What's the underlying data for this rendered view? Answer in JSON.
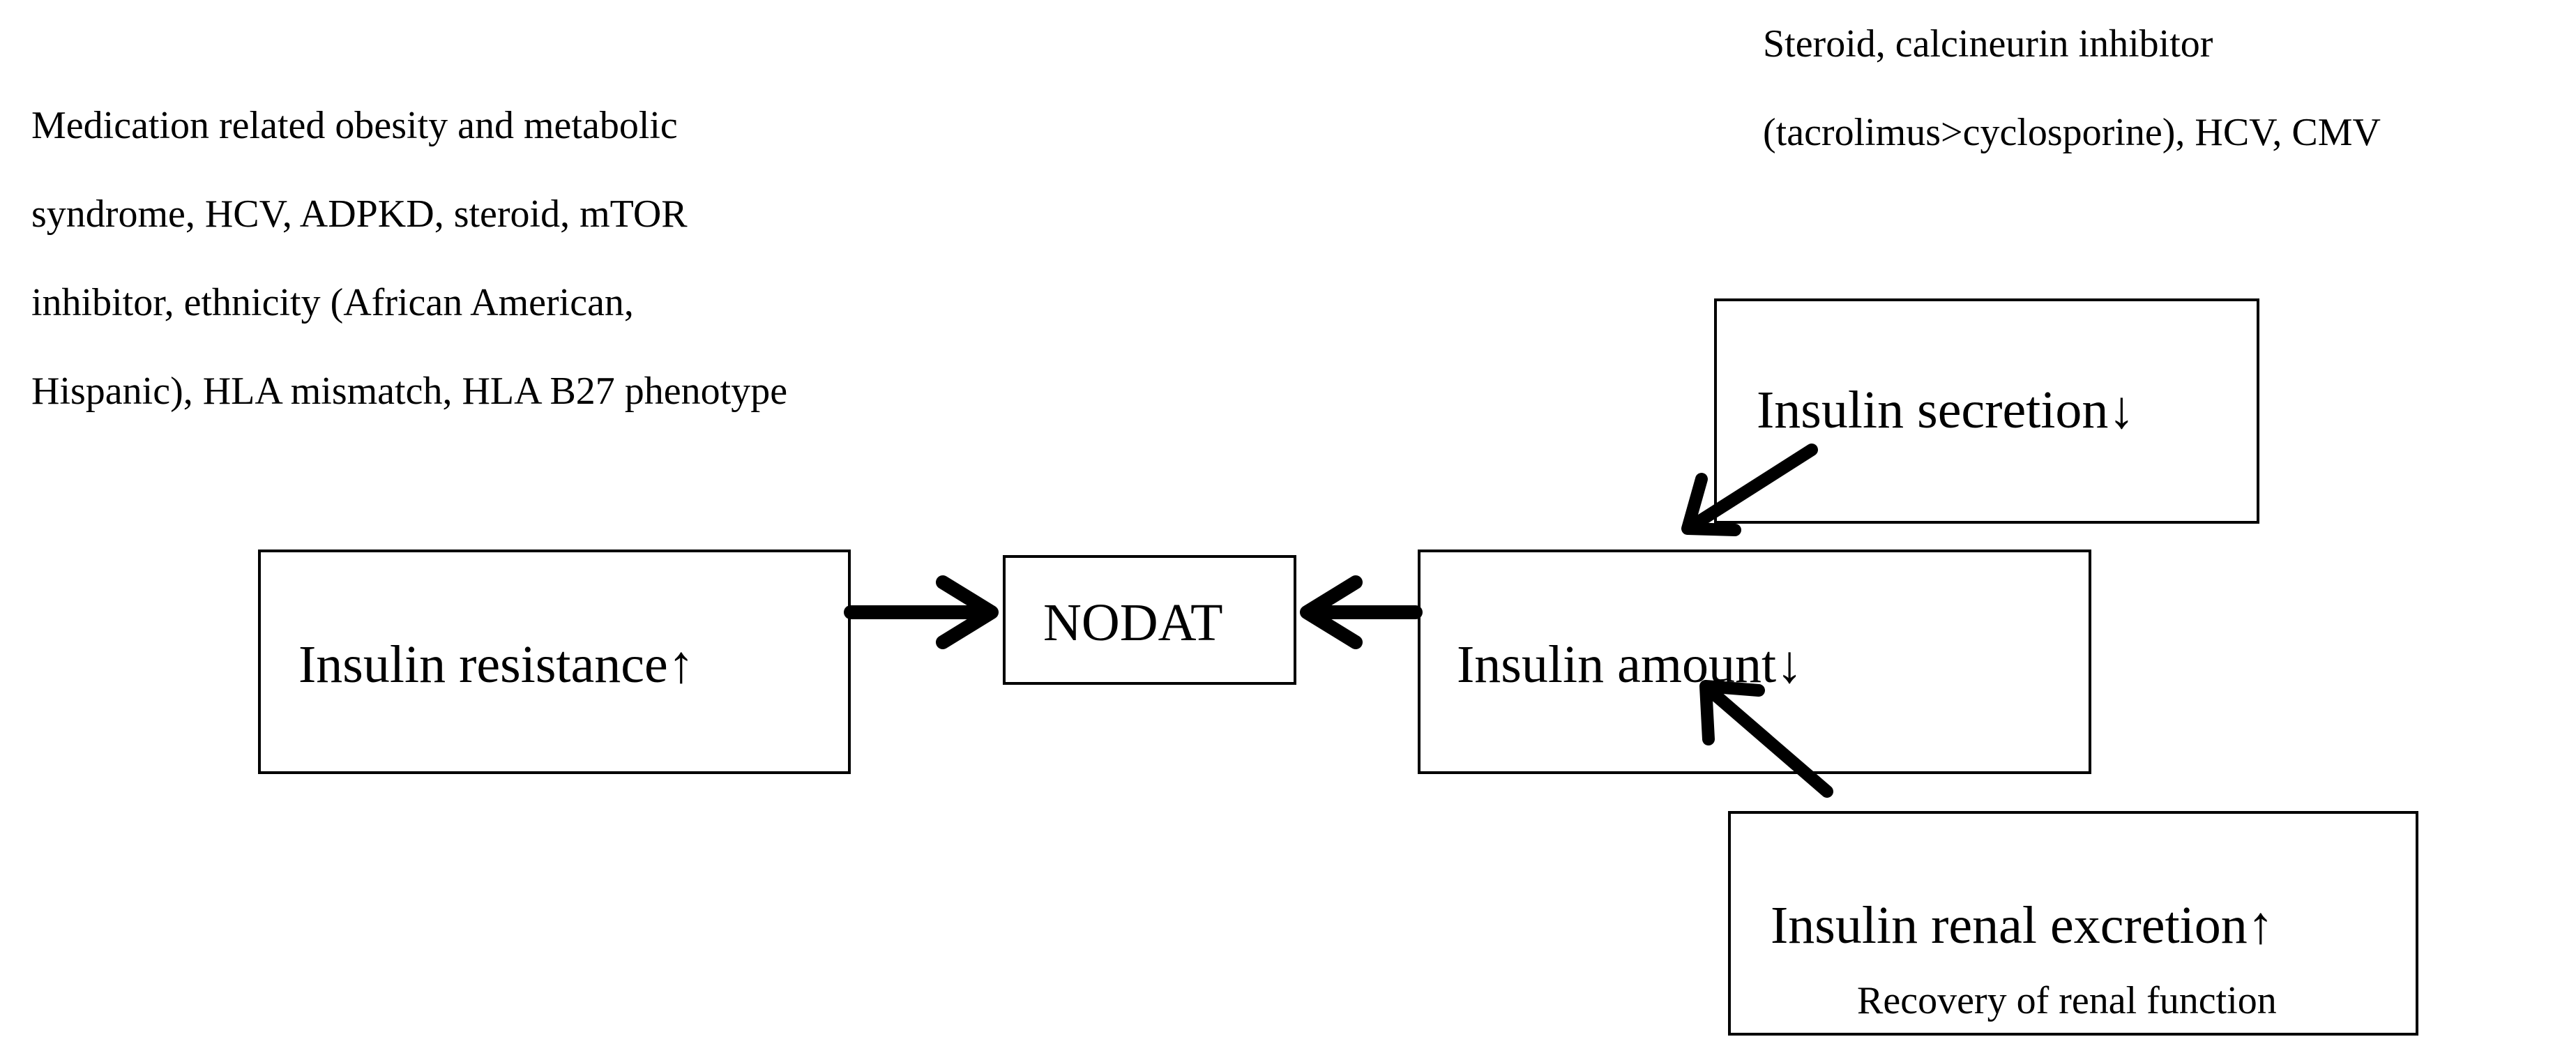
{
  "notes": {
    "resistance_factors": {
      "line1": "Medication related obesity and metabolic",
      "line2": "syndrome, HCV, ADPKD, steroid, mTOR",
      "line3": "inhibitor, ethnicity (African American,",
      "line4": "Hispanic), HLA mismatch, HLA B27 phenotype"
    },
    "secretion_factors": {
      "line1": "Steroid, calcineurin inhibitor",
      "line2": "(tacrolimus>cyclosporine), HCV, CMV"
    }
  },
  "nodes": {
    "insulin_resistance": "Insulin resistance↑",
    "nodat": "NODAT",
    "insulin_amount": "Insulin amount↓",
    "insulin_secretion": "Insulin secretion↓",
    "insulin_renal_excretion": "Insulin renal excretion↑",
    "insulin_renal_excretion_sub": "Recovery of renal function"
  },
  "edges": [
    {
      "from": "insulin_resistance",
      "to": "nodat"
    },
    {
      "from": "insulin_amount",
      "to": "nodat"
    },
    {
      "from": "insulin_secretion",
      "to": "insulin_amount"
    },
    {
      "from": "insulin_renal_excretion",
      "to": "insulin_amount"
    }
  ]
}
